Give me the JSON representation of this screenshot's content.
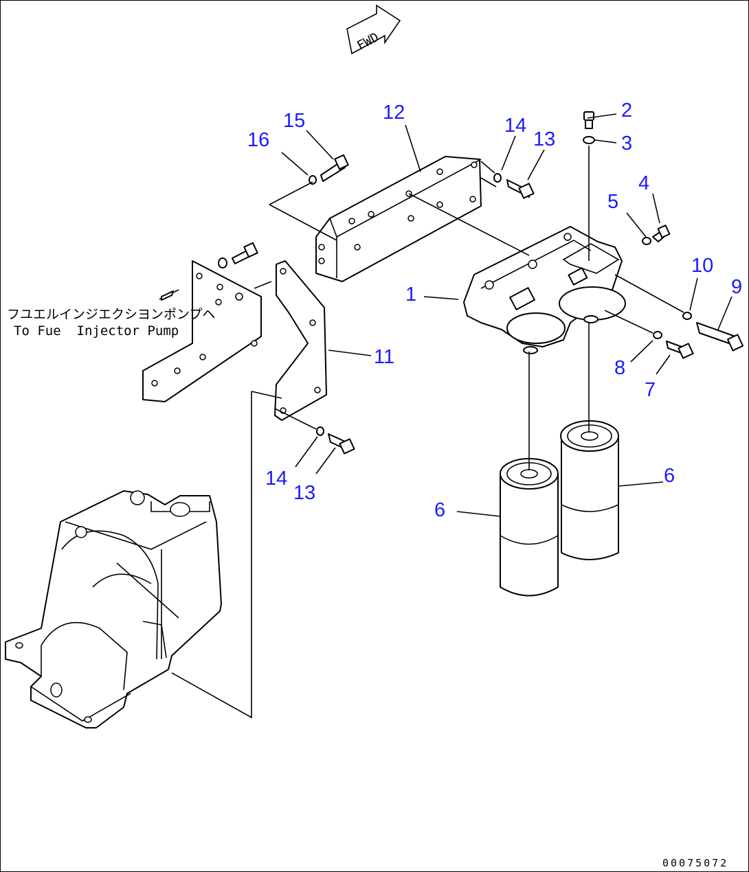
{
  "direction_marker": "FWD",
  "notes": {
    "japanese": "フユエルインジエクシヨンポンプヘ",
    "english": "To Fue  Injector Pump"
  },
  "drawing_code": "00075072",
  "callouts": {
    "c1": "1",
    "c2": "2",
    "c3": "3",
    "c4": "4",
    "c5": "5",
    "c6a": "6",
    "c6b": "6",
    "c7": "7",
    "c8": "8",
    "c9": "9",
    "c10": "10",
    "c11": "11",
    "c12": "12",
    "c13a": "13",
    "c13b": "13",
    "c14a": "14",
    "c14b": "14",
    "c15": "15",
    "c16": "16"
  },
  "colors": {
    "callout": "#1a1aff",
    "line": "#000000",
    "background": "#ffffff"
  }
}
